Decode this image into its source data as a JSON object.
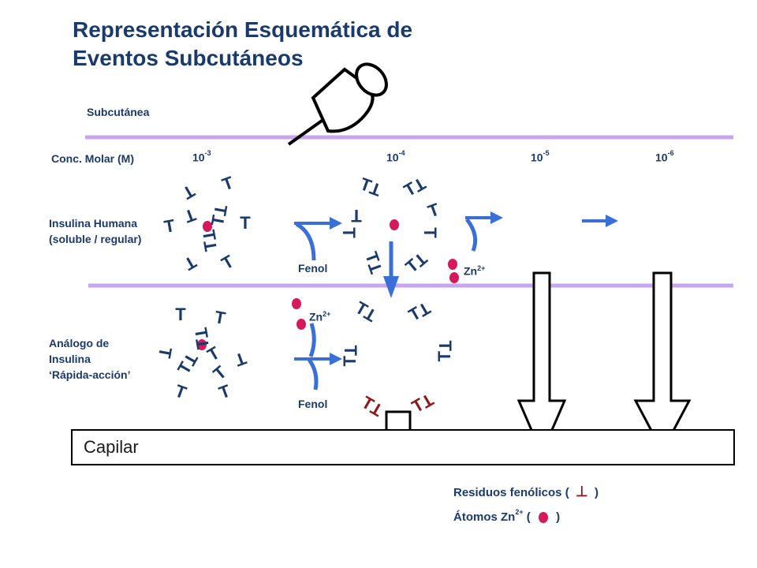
{
  "title_line1": "Representación Esquemática de",
  "title_line2": "Eventos Subcutáneos",
  "subcutanea_label": "Subcutánea",
  "conc_label": "Conc. Molar (M)",
  "conc_base": "10",
  "concentrations": [
    "-3",
    "-4",
    "-5",
    "-6"
  ],
  "insulina_humana": {
    "line1": "Insulina Humana",
    "line2": "(soluble / regular)"
  },
  "analogo": {
    "line1": "Análogo de",
    "line2": "Insulina",
    "line3": "‘Rápida-acción’"
  },
  "fenol_label": "Fenol",
  "zn_base": "Zn",
  "zn_charge": "2+",
  "monomer_glyph": "T",
  "capilar_label": "Capilar",
  "legend": {
    "residuos_text": "Residuos fenólicos (",
    "residuos_close": ")",
    "atomos_text": "Átomos Zn",
    "atomos_charge": "2+",
    "atomos_open": "(",
    "atomos_close": ")"
  },
  "colors": {
    "navy": "#1a3a6b",
    "membrane": "#c7a6ef",
    "arrow_blue": "#3a6fd8",
    "zinc": "#d6195a",
    "phenol_residue": "#8b1a1a"
  }
}
